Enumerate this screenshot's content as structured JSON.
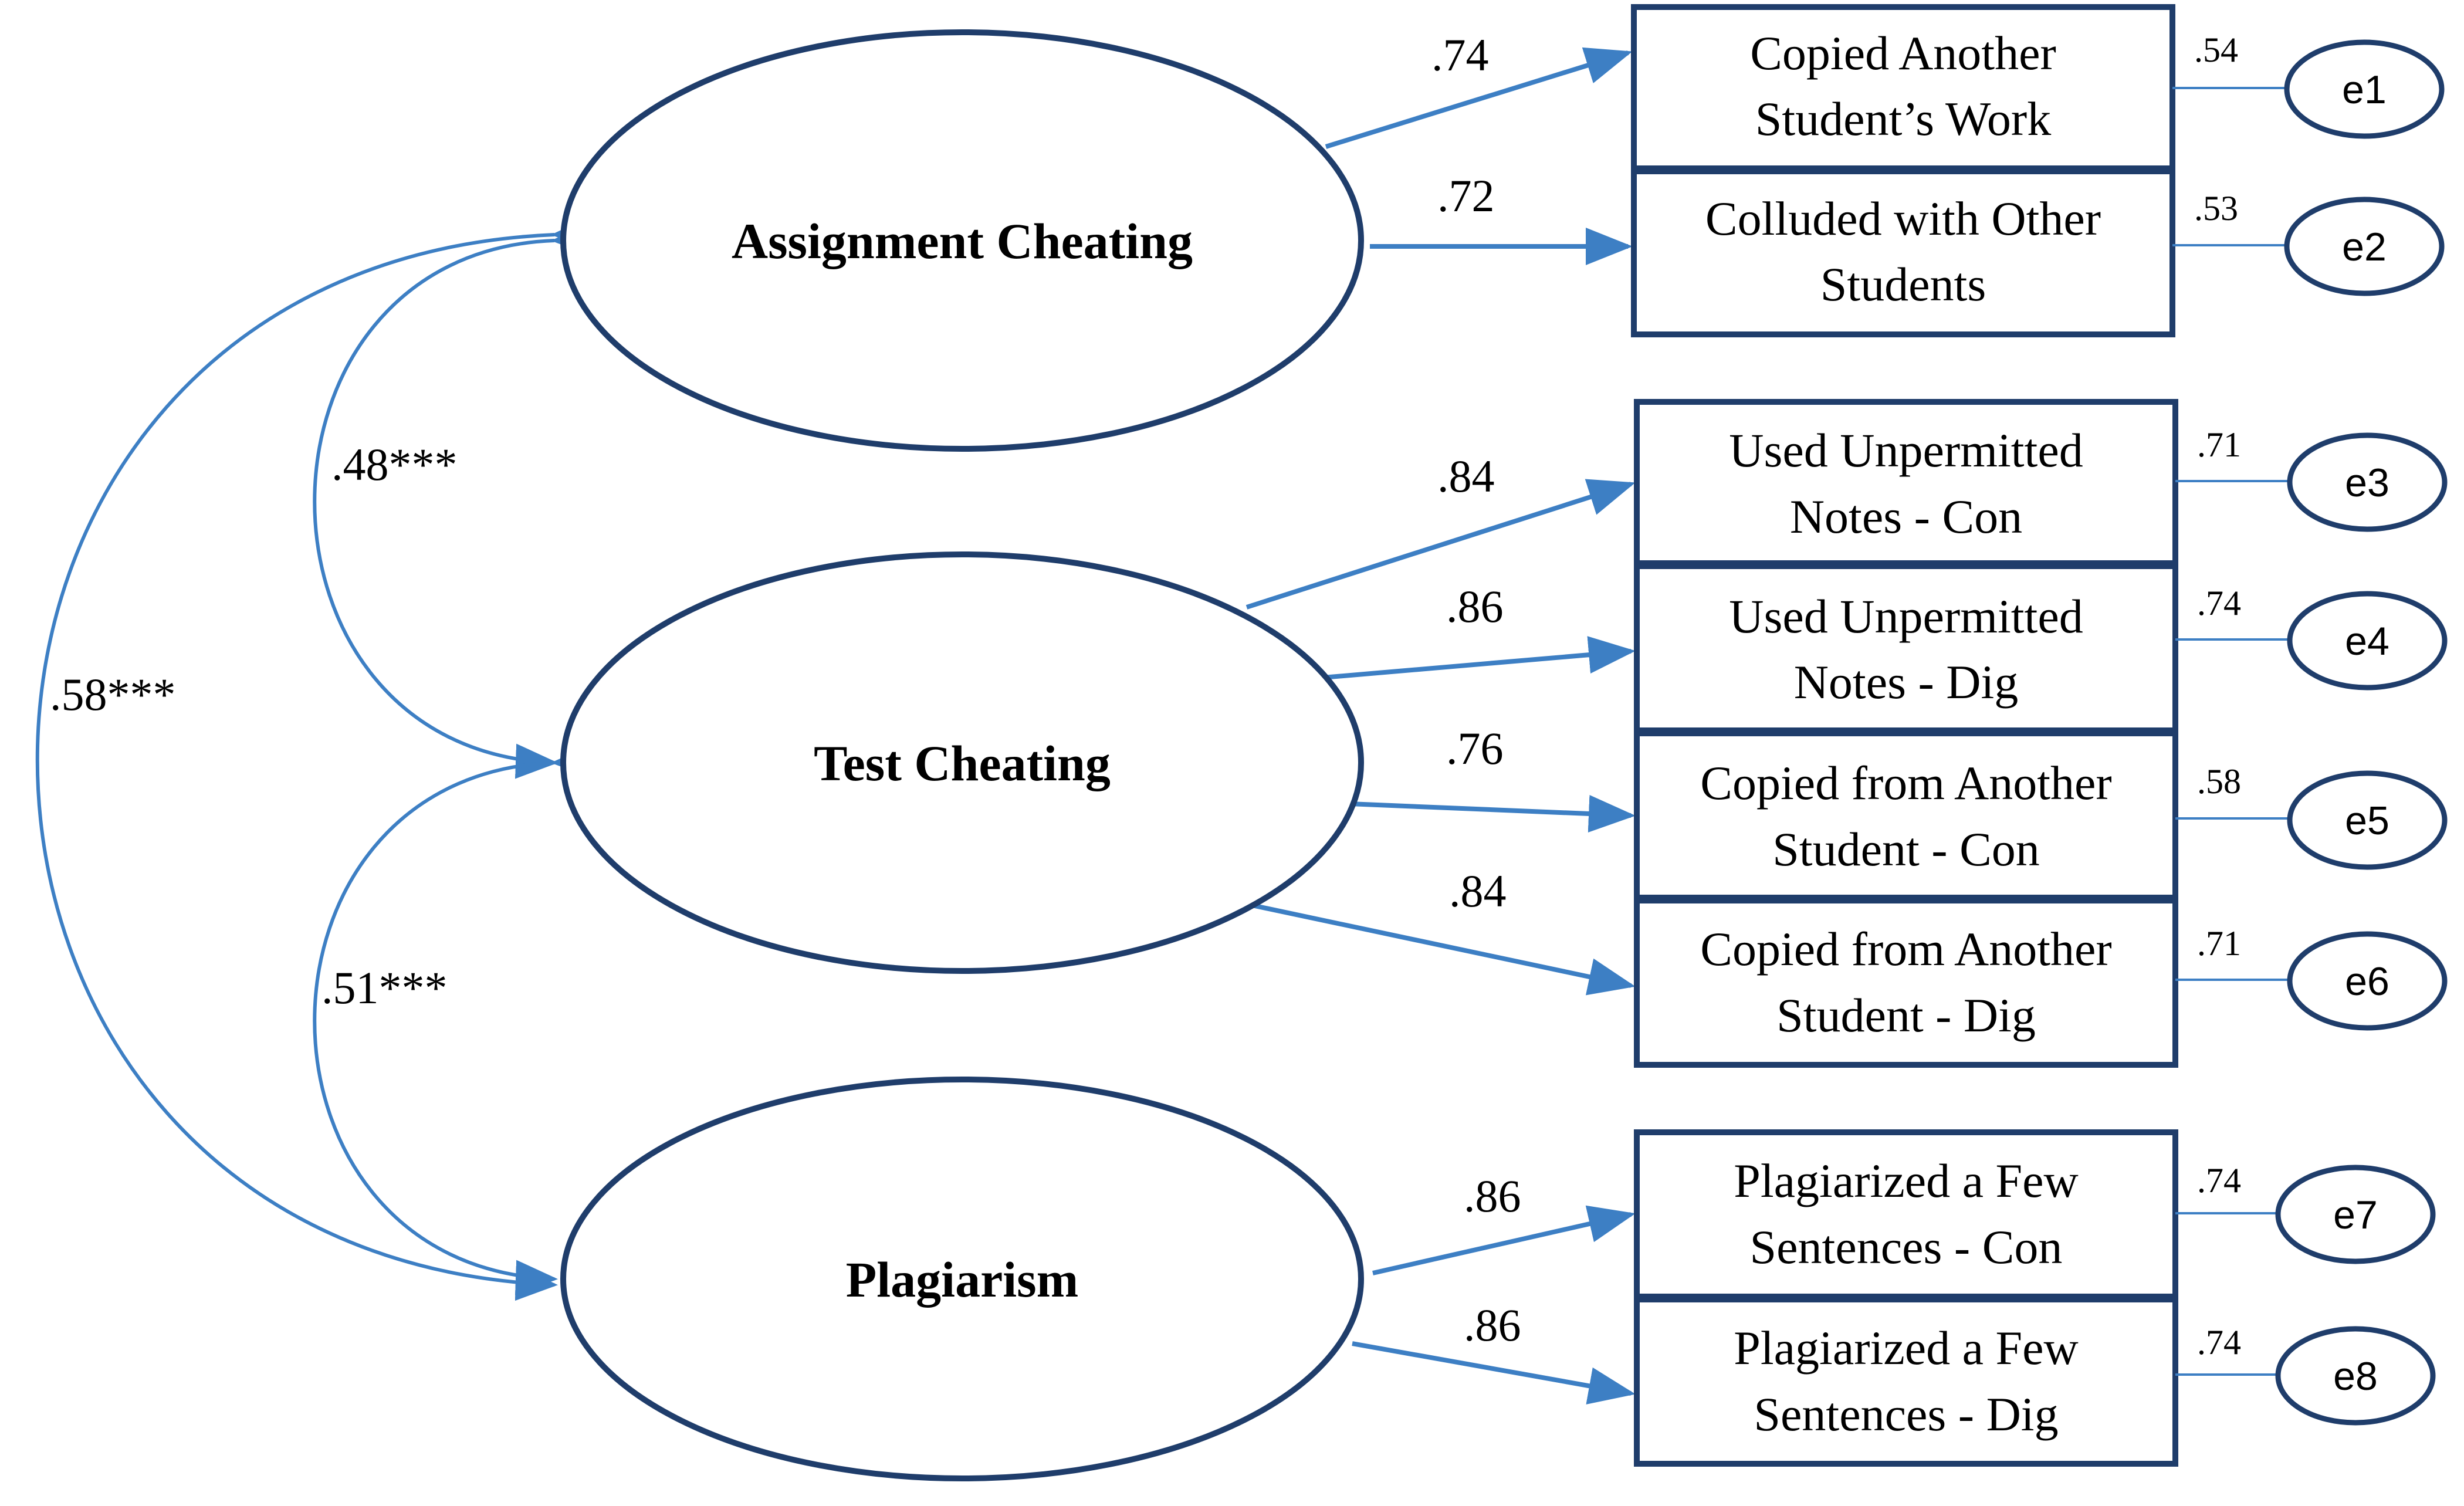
{
  "latents": [
    {
      "id": "assign",
      "label": "Assignment Cheating"
    },
    {
      "id": "test",
      "label": "Test Cheating"
    },
    {
      "id": "plag",
      "label": "Plagiarism"
    }
  ],
  "indicators": [
    {
      "lines": [
        "Copied Another",
        "Student’s Work"
      ],
      "loading": ".74",
      "error": "e1",
      "error_loading": ".54"
    },
    {
      "lines": [
        "Colluded with Other",
        "Students"
      ],
      "loading": ".72",
      "error": "e2",
      "error_loading": ".53"
    },
    {
      "lines": [
        "Used Unpermitted",
        "Notes - Con"
      ],
      "loading": ".84",
      "error": "e3",
      "error_loading": ".71"
    },
    {
      "lines": [
        "Used Unpermitted",
        "Notes - Dig"
      ],
      "loading": ".86",
      "error": "e4",
      "error_loading": ".74"
    },
    {
      "lines": [
        "Copied from Another",
        "Student - Con"
      ],
      "loading": ".76",
      "error": "e5",
      "error_loading": ".58"
    },
    {
      "lines": [
        "Copied from Another",
        "Student - Dig"
      ],
      "loading": ".84",
      "error": "e6",
      "error_loading": ".71"
    },
    {
      "lines": [
        "Plagiarized a Few",
        "Sentences - Con"
      ],
      "loading": ".86",
      "error": "e7",
      "error_loading": ".74"
    },
    {
      "lines": [
        "Plagiarized a Few",
        "Sentences - Dig"
      ],
      "loading": ".86",
      "error": "e8",
      "error_loading": ".74"
    }
  ],
  "correlations": [
    {
      "from": "assign",
      "to": "test",
      "label": ".48***"
    },
    {
      "from": "test",
      "to": "plag",
      "label": ".51***"
    },
    {
      "from": "assign",
      "to": "plag",
      "label": ".58***"
    }
  ],
  "colors": {
    "outline": "#1f3d6b",
    "arrow": "#3d7fc4"
  }
}
